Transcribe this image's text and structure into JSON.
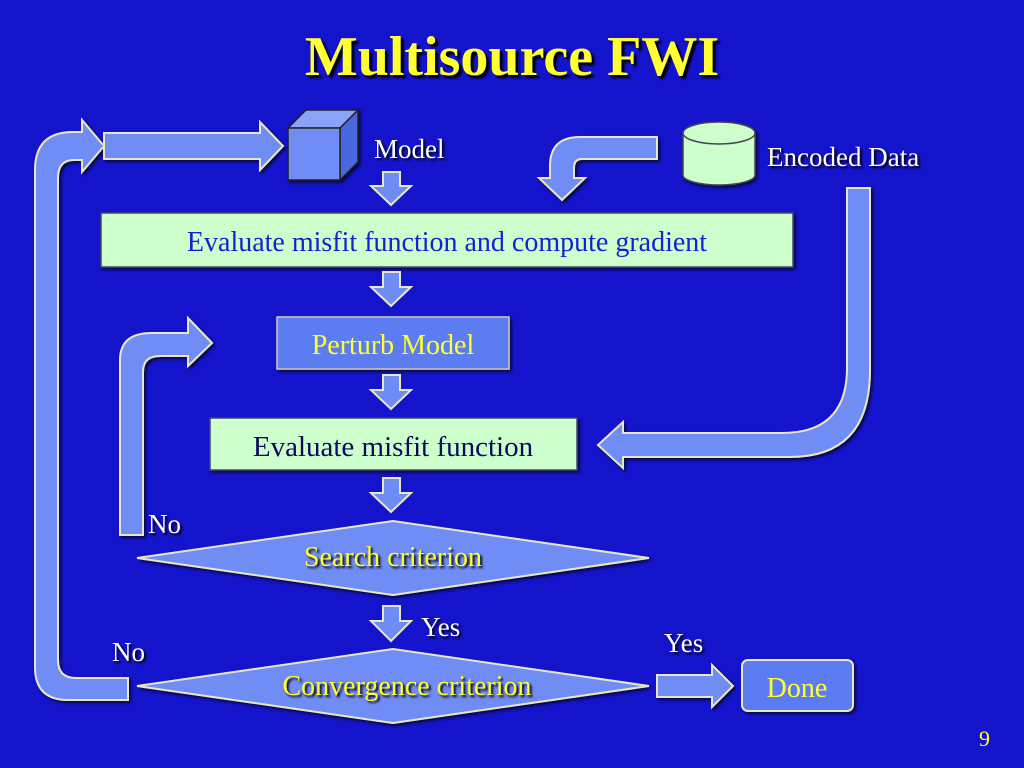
{
  "slide": {
    "title": "Multisource FWI",
    "page_number": "9"
  },
  "labels": {
    "model": "Model",
    "encoded_data": "Encoded Data",
    "no_search": "No",
    "yes_search": "Yes",
    "no_convergence": "No",
    "yes_convergence": "Yes"
  },
  "steps": {
    "evaluate_gradient": "Evaluate misfit function and compute gradient",
    "perturb_model": "Perturb Model",
    "evaluate_misfit": "Evaluate misfit function",
    "search_criterion": "Search criterion",
    "convergence_criterion": "Convergence criterion",
    "done": "Done"
  },
  "colors": {
    "background": "#1414cc",
    "title": "#ffff33",
    "arrow_fill": "#6f8cf5",
    "arrow_stroke": "#e8e8c0",
    "box_fill_green": "#ccffcc",
    "box_fill_blue": "#5b7cf2"
  }
}
